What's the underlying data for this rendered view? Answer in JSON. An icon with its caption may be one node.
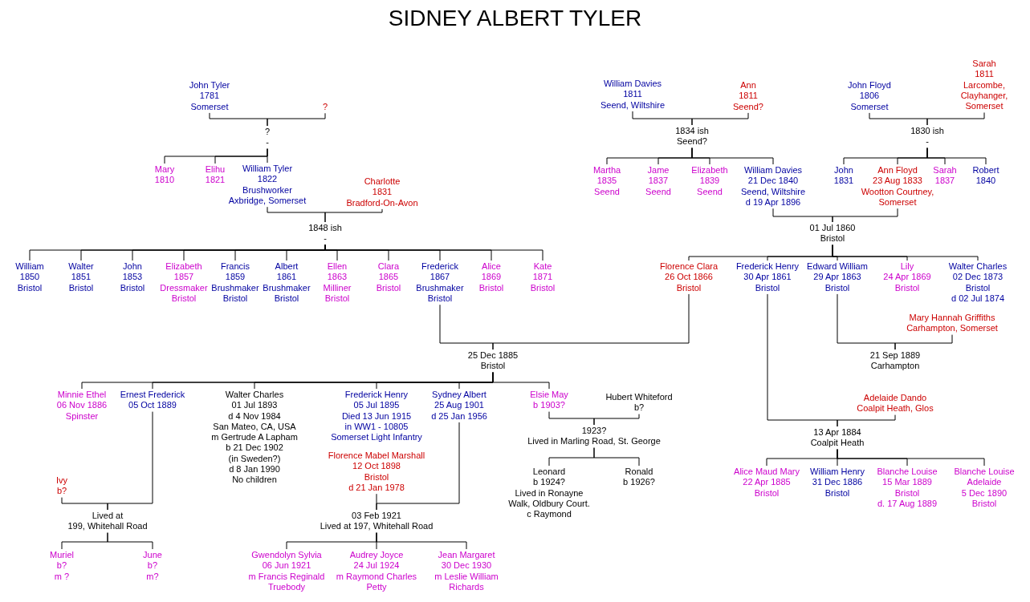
{
  "diagram": {
    "title": "SIDNEY ALBERT TYLER",
    "nodes": [
      {
        "text": [
          "John Tyler",
          "1781",
          "Somerset"
        ]
      },
      {
        "text": [
          "?"
        ]
      },
      {
        "text": [
          "?",
          "-"
        ]
      },
      {
        "text": [
          "Mary",
          "1810"
        ]
      },
      {
        "text": [
          "Elihu",
          "1821"
        ]
      },
      {
        "text": [
          "William Tyler",
          "1822",
          "Brushworker",
          "Axbridge, Somerset"
        ]
      },
      {
        "text": [
          "Charlotte",
          "1831",
          "Bradford-On-Avon"
        ]
      },
      {
        "text": [
          "1848 ish",
          "-"
        ]
      },
      {
        "text": [
          "William",
          "1850",
          "Bristol"
        ]
      },
      {
        "text": [
          "Walter",
          "1851",
          "Bristol"
        ]
      },
      {
        "text": [
          "John",
          "1853",
          "Bristol"
        ]
      },
      {
        "text": [
          "Elizabeth",
          "1857",
          "Dressmaker",
          "Bristol"
        ]
      },
      {
        "text": [
          "Francis",
          "1859",
          "Brushmaker",
          "Bristol"
        ]
      },
      {
        "text": [
          "Albert",
          "1861",
          "Brushmaker",
          "Bristol"
        ]
      },
      {
        "text": [
          "Ellen",
          "1863",
          "Milliner",
          "Bristol"
        ]
      },
      {
        "text": [
          "Clara",
          "1865",
          "Bristol"
        ]
      },
      {
        "text": [
          "Frederick",
          "1867",
          "Brushmaker",
          "Bristol"
        ]
      },
      {
        "text": [
          "Alice",
          "1869",
          "Bristol"
        ]
      },
      {
        "text": [
          "Kate",
          "1871",
          "Bristol"
        ]
      },
      {
        "text": [
          "William Davies",
          "1811",
          "Seend, Wiltshire"
        ]
      },
      {
        "text": [
          "Ann",
          "1811",
          "Seend?"
        ]
      },
      {
        "text": [
          "1834 ish",
          "Seend?"
        ]
      },
      {
        "text": [
          "Martha",
          "1835",
          "Seend"
        ]
      },
      {
        "text": [
          "Jame",
          "1837",
          "Seend"
        ]
      },
      {
        "text": [
          "Elizabeth",
          "1839",
          "Seend"
        ]
      },
      {
        "text": [
          "William Davies",
          "21 Dec 1840",
          "Seend, Wiltshire",
          "d 19 Apr 1896"
        ]
      },
      {
        "text": [
          "John Floyd",
          "1806",
          "Somerset"
        ]
      },
      {
        "text": [
          "Sarah",
          "1811",
          "Larcombe, Clayhanger, Somerset"
        ]
      },
      {
        "text": [
          "1830 ish",
          "-"
        ]
      },
      {
        "text": [
          "John",
          "1831"
        ]
      },
      {
        "text": [
          "Ann Floyd",
          "23 Aug 1833",
          "Wootton Courtney, Somerset"
        ]
      },
      {
        "text": [
          "Sarah",
          "1837"
        ]
      },
      {
        "text": [
          "Robert",
          "1840"
        ]
      },
      {
        "text": [
          "01 Jul 1860",
          "Bristol"
        ]
      },
      {
        "text": [
          "Florence Clara",
          "26 Oct 1866",
          "Bristol"
        ]
      },
      {
        "text": [
          "Frederick Henry",
          "30 Apr 1861",
          "Bristol"
        ]
      },
      {
        "text": [
          "Edward William",
          "29 Apr 1863",
          "Bristol"
        ]
      },
      {
        "text": [
          "Lily",
          "24 Apr 1869",
          "Bristol"
        ]
      },
      {
        "text": [
          "Walter Charles",
          "02 Dec 1873",
          "Bristol",
          "d 02 Jul 1874"
        ]
      },
      {
        "text": [
          "25 Dec 1885",
          "Bristol"
        ]
      },
      {
        "text": [
          "Minnie Ethel",
          "06 Nov 1886",
          "Spinster"
        ]
      },
      {
        "text": [
          "Ernest Frederick",
          "05 Oct 1889"
        ]
      },
      {
        "text": [
          "Walter Charles",
          "01 Jul 1893",
          "d 4 Nov 1984",
          "San Mateo, CA, USA",
          "m Gertrude A Lapham",
          "b 21 Dec 1902",
          "(in Sweden?)",
          "d 8 Jan 1990",
          "No children"
        ]
      },
      {
        "text": [
          "Frederick Henry",
          "05 Jul 1895",
          "Died 13 Jun 1915",
          "in WW1 - 10805",
          "Somerset Light Infantry"
        ]
      },
      {
        "text": [
          "Sydney Albert",
          "25 Aug 1901",
          "d 25 Jan 1956"
        ]
      },
      {
        "text": [
          "Elsie May",
          "b 1903?"
        ]
      },
      {
        "text": [
          "Hubert Whiteford",
          "b?"
        ]
      },
      {
        "text": [
          "Ivy",
          "b?"
        ]
      },
      {
        "text": [
          "Lived at",
          "199, Whitehall Road"
        ]
      },
      {
        "text": [
          "Muriel",
          "b?",
          "m ?"
        ]
      },
      {
        "text": [
          "June",
          "b?",
          "m?"
        ]
      },
      {
        "text": [
          "Florence Mabel Marshall",
          "12 Oct 1898",
          "Bristol",
          "d 21 Jan 1978"
        ]
      },
      {
        "text": [
          "03 Feb 1921",
          "Lived at 197, Whitehall Road"
        ]
      },
      {
        "text": [
          "Gwendolyn Sylvia",
          "06 Jun 1921",
          "m Francis Reginald Truebody"
        ]
      },
      {
        "text": [
          "Audrey Joyce",
          "24 Jul 1924",
          "m Raymond Charles Petty"
        ]
      },
      {
        "text": [
          "Jean Margaret",
          "30 Dec 1930",
          "m Leslie William Richards"
        ]
      },
      {
        "text": [
          "1923?",
          "Lived in Marling Road, St. George"
        ]
      },
      {
        "text": [
          "Leonard",
          "b 1924?",
          "Lived in Ronayne Walk, Oldbury Court.",
          "c Raymond"
        ]
      },
      {
        "text": [
          "Ronald",
          "b 1926?"
        ]
      },
      {
        "text": [
          "Mary Hannah Griffiths",
          "Carhampton, Somerset"
        ]
      },
      {
        "text": [
          "21 Sep 1889",
          "Carhampton"
        ]
      },
      {
        "text": [
          "Adelaide Dando",
          "Coalpit Heath, Glos"
        ]
      },
      {
        "text": [
          "13 Apr 1884",
          "Coalpit Heath"
        ]
      },
      {
        "text": [
          "Alice Maud Mary",
          "22 Apr 1885",
          "Bristol"
        ]
      },
      {
        "text": [
          "William Henry",
          "31 Dec 1886",
          "Bristol"
        ]
      },
      {
        "text": [
          "Blanche Louise",
          "15 Mar 1889",
          "Bristol",
          "d. 17 Aug 1889"
        ]
      },
      {
        "text": [
          "Blanche Louise",
          "Adelaide",
          "5 Dec 1890",
          "Bristol"
        ]
      }
    ],
    "edges": [
      {
        "from": 0,
        "to": 2,
        "arrow": "none"
      },
      {
        "from": 1,
        "to": 2,
        "arrow": "none"
      },
      {
        "from": 2,
        "to": 3,
        "arrow": "none"
      },
      {
        "from": 2,
        "to": 4,
        "arrow": "none"
      },
      {
        "from": 2,
        "to": 5,
        "arrow": "none"
      },
      {
        "from": 5,
        "to": 7,
        "arrow": "none"
      },
      {
        "from": 6,
        "to": 7,
        "arrow": "none"
      },
      {
        "from": 7,
        "to": 8,
        "arrow": "none"
      },
      {
        "from": 7,
        "to": 9,
        "arrow": "none"
      },
      {
        "from": 7,
        "to": 10,
        "arrow": "none"
      },
      {
        "from": 7,
        "to": 11,
        "arrow": "none"
      },
      {
        "from": 7,
        "to": 12,
        "arrow": "none"
      },
      {
        "from": 7,
        "to": 13,
        "arrow": "none"
      },
      {
        "from": 7,
        "to": 14,
        "arrow": "none"
      },
      {
        "from": 7,
        "to": 15,
        "arrow": "none"
      },
      {
        "from": 7,
        "to": 16,
        "arrow": "none"
      },
      {
        "from": 7,
        "to": 17,
        "arrow": "none"
      },
      {
        "from": 7,
        "to": 18,
        "arrow": "none"
      },
      {
        "from": 19,
        "to": 21,
        "arrow": "none"
      },
      {
        "from": 20,
        "to": 21,
        "arrow": "none"
      },
      {
        "from": 21,
        "to": 22,
        "arrow": "none"
      },
      {
        "from": 21,
        "to": 23,
        "arrow": "none"
      },
      {
        "from": 21,
        "to": 24,
        "arrow": "none"
      },
      {
        "from": 21,
        "to": 25,
        "arrow": "none"
      },
      {
        "from": 26,
        "to": 28,
        "arrow": "none"
      },
      {
        "from": 27,
        "to": 28,
        "arrow": "none"
      },
      {
        "from": 28,
        "to": 29,
        "arrow": "none"
      },
      {
        "from": 28,
        "to": 30,
        "arrow": "none"
      },
      {
        "from": 28,
        "to": 31,
        "arrow": "none"
      },
      {
        "from": 28,
        "to": 32,
        "arrow": "none"
      },
      {
        "from": 25,
        "to": 33,
        "arrow": "none"
      },
      {
        "from": 30,
        "to": 33,
        "arrow": "none"
      },
      {
        "from": 33,
        "to": 34,
        "arrow": "none"
      },
      {
        "from": 33,
        "to": 35,
        "arrow": "none"
      },
      {
        "from": 33,
        "to": 36,
        "arrow": "none"
      },
      {
        "from": 33,
        "to": 37,
        "arrow": "none"
      },
      {
        "from": 33,
        "to": 38,
        "arrow": "none"
      },
      {
        "from": 16,
        "to": 39,
        "arrow": "none"
      },
      {
        "from": 34,
        "to": 39,
        "arrow": "none"
      },
      {
        "from": 39,
        "to": 40,
        "arrow": "none"
      },
      {
        "from": 39,
        "to": 41,
        "arrow": "none"
      },
      {
        "from": 39,
        "to": 42,
        "arrow": "none"
      },
      {
        "from": 39,
        "to": 43,
        "arrow": "none"
      },
      {
        "from": 39,
        "to": 44,
        "arrow": "none"
      },
      {
        "from": 39,
        "to": 45,
        "arrow": "none"
      },
      {
        "from": 45,
        "to": 56,
        "arrow": "none"
      },
      {
        "from": 46,
        "to": 56,
        "arrow": "none"
      },
      {
        "from": 56,
        "to": 57,
        "arrow": "none"
      },
      {
        "from": 56,
        "to": 58,
        "arrow": "none"
      },
      {
        "from": 41,
        "to": 48,
        "arrow": "none"
      },
      {
        "from": 47,
        "to": 48,
        "arrow": "none"
      },
      {
        "from": 48,
        "to": 49,
        "arrow": "none"
      },
      {
        "from": 48,
        "to": 50,
        "arrow": "none"
      },
      {
        "from": 44,
        "to": 52,
        "arrow": "none"
      },
      {
        "from": 51,
        "to": 52,
        "arrow": "none"
      },
      {
        "from": 52,
        "to": 53,
        "arrow": "none"
      },
      {
        "from": 52,
        "to": 54,
        "arrow": "none"
      },
      {
        "from": 52,
        "to": 55,
        "arrow": "none"
      },
      {
        "from": 36,
        "to": 60,
        "arrow": "none"
      },
      {
        "from": 59,
        "to": 60,
        "arrow": "none"
      },
      {
        "from": 35,
        "to": 62,
        "arrow": "none"
      },
      {
        "from": 61,
        "to": 62,
        "arrow": "none"
      },
      {
        "from": 62,
        "to": 63,
        "arrow": "none"
      },
      {
        "from": 62,
        "to": 64,
        "arrow": "none"
      },
      {
        "from": 62,
        "to": 65,
        "arrow": "none"
      },
      {
        "from": 62,
        "to": 66,
        "arrow": "none"
      }
    ]
  }
}
